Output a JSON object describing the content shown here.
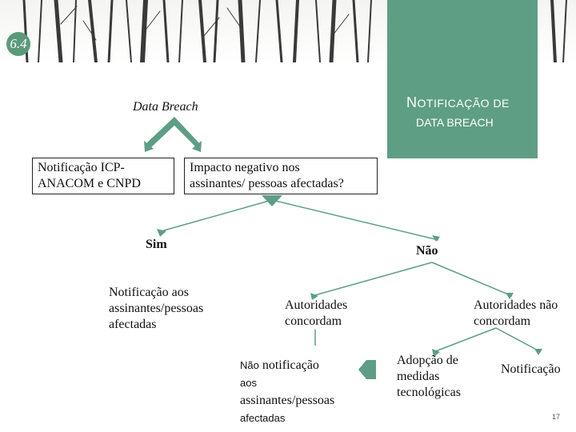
{
  "header": {
    "title_cap": "N",
    "title_rest": "OTIFICAÇÃO DE",
    "title_line2": "DATA BREACH",
    "logo": "6.4"
  },
  "diagram": {
    "data_breach": "Data Breach",
    "notif_icp_line1": "Notificação ICP-",
    "notif_icp_line2": "ANACOM e CNPD",
    "impacto_line1": "Impacto negativo nos",
    "impacto_line2": "assinantes/ pessoas afectadas?",
    "sim": "Sim",
    "nao": "Não",
    "notif_aos_line1": "Notificação aos",
    "notif_aos_line2": "assinantes/pessoas",
    "notif_aos_line3": "afectadas",
    "aut_concordam_line1": "Autoridades",
    "aut_concordam_line2": "concordam",
    "aut_nao_line1": "Autoridades não",
    "aut_nao_line2": "concordam",
    "nao_notif_nao": "Não",
    "nao_notif_rest": "notificação",
    "nao_notif_aos": "aos",
    "nao_notif_assin": "assinantes/pessoas",
    "nao_notif_afect": "afectadas",
    "adopcao_line1": "Adopção de",
    "adopcao_line2": "medidas",
    "adopcao_line3": "tecnológicas",
    "notificacao": "Notificação"
  },
  "colors": {
    "accent": "#5e9e84"
  },
  "page_number": "17"
}
